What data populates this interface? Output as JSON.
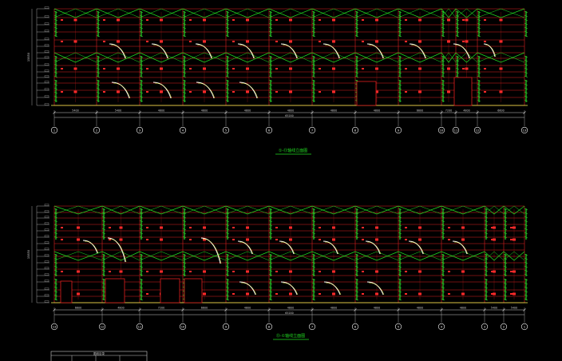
{
  "colors": {
    "background": "#000000",
    "grid": "#e02020",
    "beam": "#ff2a2a",
    "truss": "#22dd22",
    "column": "#2ad52a",
    "dimension": "#cccccc",
    "axis_circle": "#ffffff",
    "baseline": "#ffff55",
    "title": "#22dd22"
  },
  "elevation1": {
    "title": "①-⑬轴线立面图",
    "total_dim": "65200",
    "height_dim": "15850",
    "bay_dims": [
      "5400",
      "5400",
      "4800",
      "4800",
      "4800",
      "4800",
      "4800",
      "4800",
      "6600",
      "7200",
      "4800",
      "6600"
    ],
    "axes": [
      "1",
      "2",
      "3",
      "4",
      "5",
      "6",
      "7",
      "8",
      "9",
      "10",
      "11",
      "12",
      "13"
    ]
  },
  "elevation2": {
    "title": "⑬-①轴线立面图",
    "total_dim": "65200",
    "height_dim": "15850",
    "bay_dims": [
      "6600",
      "4800",
      "7200",
      "6600",
      "4800",
      "4800",
      "4800",
      "4800",
      "4800",
      "4800",
      "5400",
      "5400"
    ],
    "axes": [
      "13",
      "12",
      "11",
      "10",
      "9",
      "8",
      "7",
      "6",
      "5",
      "4",
      "3",
      "2",
      "1"
    ]
  },
  "title_block": {
    "header": "图纸目录"
  }
}
